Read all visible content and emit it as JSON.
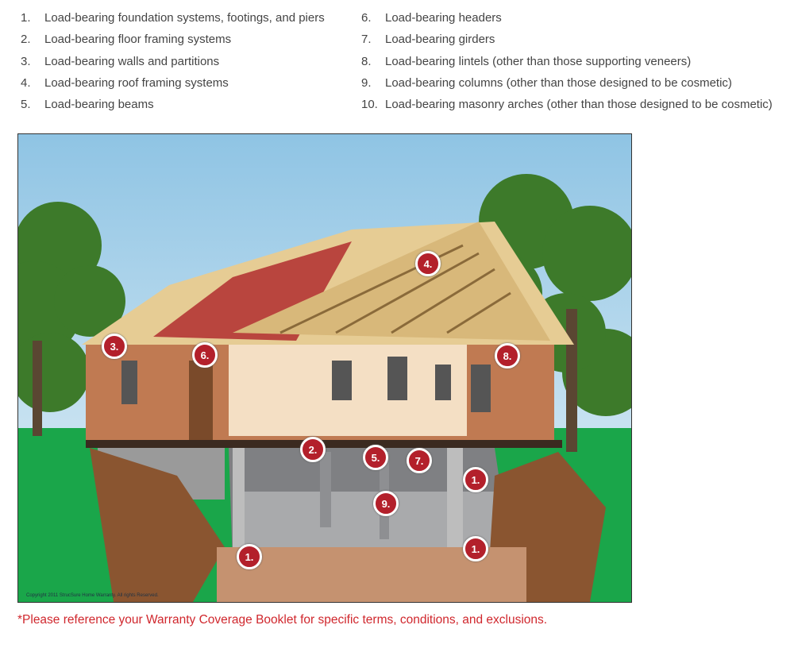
{
  "legend": {
    "items": [
      {
        "num": "1.",
        "label": "Load-bearing foundation systems, footings, and piers"
      },
      {
        "num": "2.",
        "label": "Load-bearing floor framing systems"
      },
      {
        "num": "3.",
        "label": "Load-bearing walls and partitions"
      },
      {
        "num": "4.",
        "label": "Load-bearing roof framing systems"
      },
      {
        "num": "5.",
        "label": "Load-bearing beams"
      },
      {
        "num": "6.",
        "label": "Load-bearing headers"
      },
      {
        "num": "7.",
        "label": "Load-bearing girders"
      },
      {
        "num": "8.",
        "label": "Load-bearing lintels (other than those supporting veneers)"
      },
      {
        "num": "9.",
        "label": "Load-bearing columns (other than those designed to be cosmetic)"
      },
      {
        "num": "10.",
        "label": "Load-bearing masonry arches (other than those designed to be cosmetic)"
      }
    ]
  },
  "markers": [
    "3.",
    "6.",
    "4.",
    "8.",
    "2.",
    "5.",
    "7.",
    "1.",
    "9.",
    "1.",
    "1."
  ],
  "copyright": "Copyright 2011 StrucSure Home Warranty.  All rights Reserved.",
  "footnote": "*Please reference your Warranty Coverage Booklet for specific terms, conditions, and exclusions.",
  "colors": {
    "marker": "#b3202b",
    "footnote": "#d0272d"
  }
}
